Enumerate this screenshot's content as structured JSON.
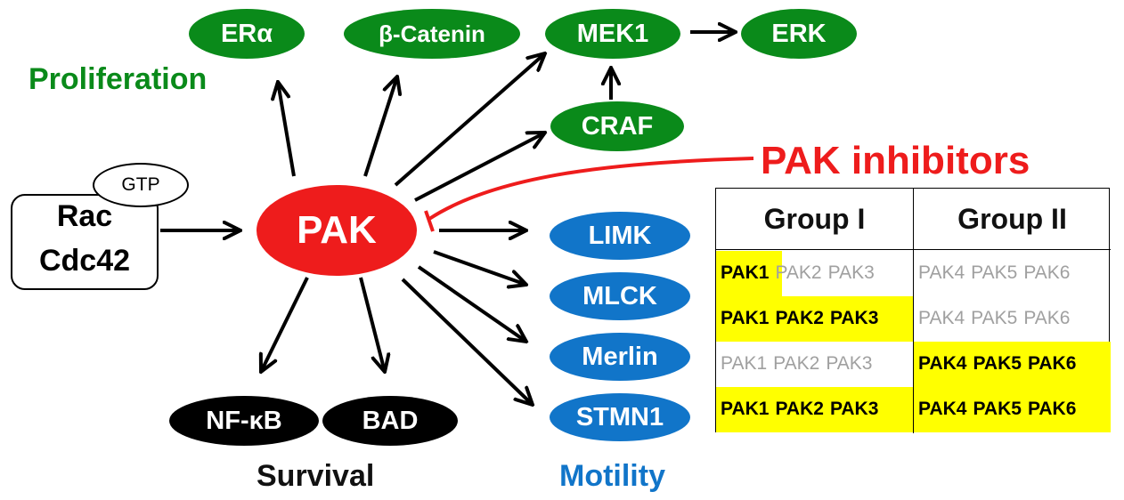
{
  "nodes": {
    "rac": "Rac",
    "cdc42": "Cdc42",
    "gtp": "GTP",
    "pak": "PAK",
    "er_alpha": "ERα",
    "beta_catenin": "β-Catenin",
    "mek1": "MEK1",
    "erk": "ERK",
    "craf": "CRAF",
    "limk": "LIMK",
    "mlck": "MLCK",
    "merlin": "Merlin",
    "stmn1": "STMN1",
    "nfkb": "NF-κB",
    "bad": "BAD"
  },
  "labels": {
    "proliferation": "Proliferation",
    "survival": "Survival",
    "motility": "Motility",
    "pak_inhibitors": "PAK inhibitors"
  },
  "table": {
    "headers": [
      "Group I",
      "Group II"
    ],
    "rows": [
      {
        "group1": [
          "PAK1",
          "PAK2",
          "PAK3"
        ],
        "group1_active": [
          true,
          false,
          false
        ],
        "group2": [
          "PAK4",
          "PAK5",
          "PAK6"
        ],
        "group2_active": [
          false,
          false,
          false
        ]
      },
      {
        "group1": [
          "PAK1",
          "PAK2",
          "PAK3"
        ],
        "group1_active": [
          true,
          true,
          true
        ],
        "group2": [
          "PAK4",
          "PAK5",
          "PAK6"
        ],
        "group2_active": [
          false,
          false,
          false
        ]
      },
      {
        "group1": [
          "PAK1",
          "PAK2",
          "PAK3"
        ],
        "group1_active": [
          false,
          false,
          false
        ],
        "group2": [
          "PAK4",
          "PAK5",
          "PAK6"
        ],
        "group2_active": [
          true,
          true,
          true
        ]
      },
      {
        "group1": [
          "PAK1",
          "PAK2",
          "PAK3"
        ],
        "group1_active": [
          true,
          true,
          true
        ],
        "group2": [
          "PAK4",
          "PAK5",
          "PAK6"
        ],
        "group2_active": [
          true,
          true,
          true
        ]
      }
    ]
  },
  "colors": {
    "proliferation": "#0a8a1a",
    "motility": "#1175c9",
    "survival": "#000000",
    "pak": "#ee1c1c",
    "inhibitor": "#ee1c1c",
    "highlight": "#ffff00",
    "inactive_text": "#a0a0a0"
  }
}
